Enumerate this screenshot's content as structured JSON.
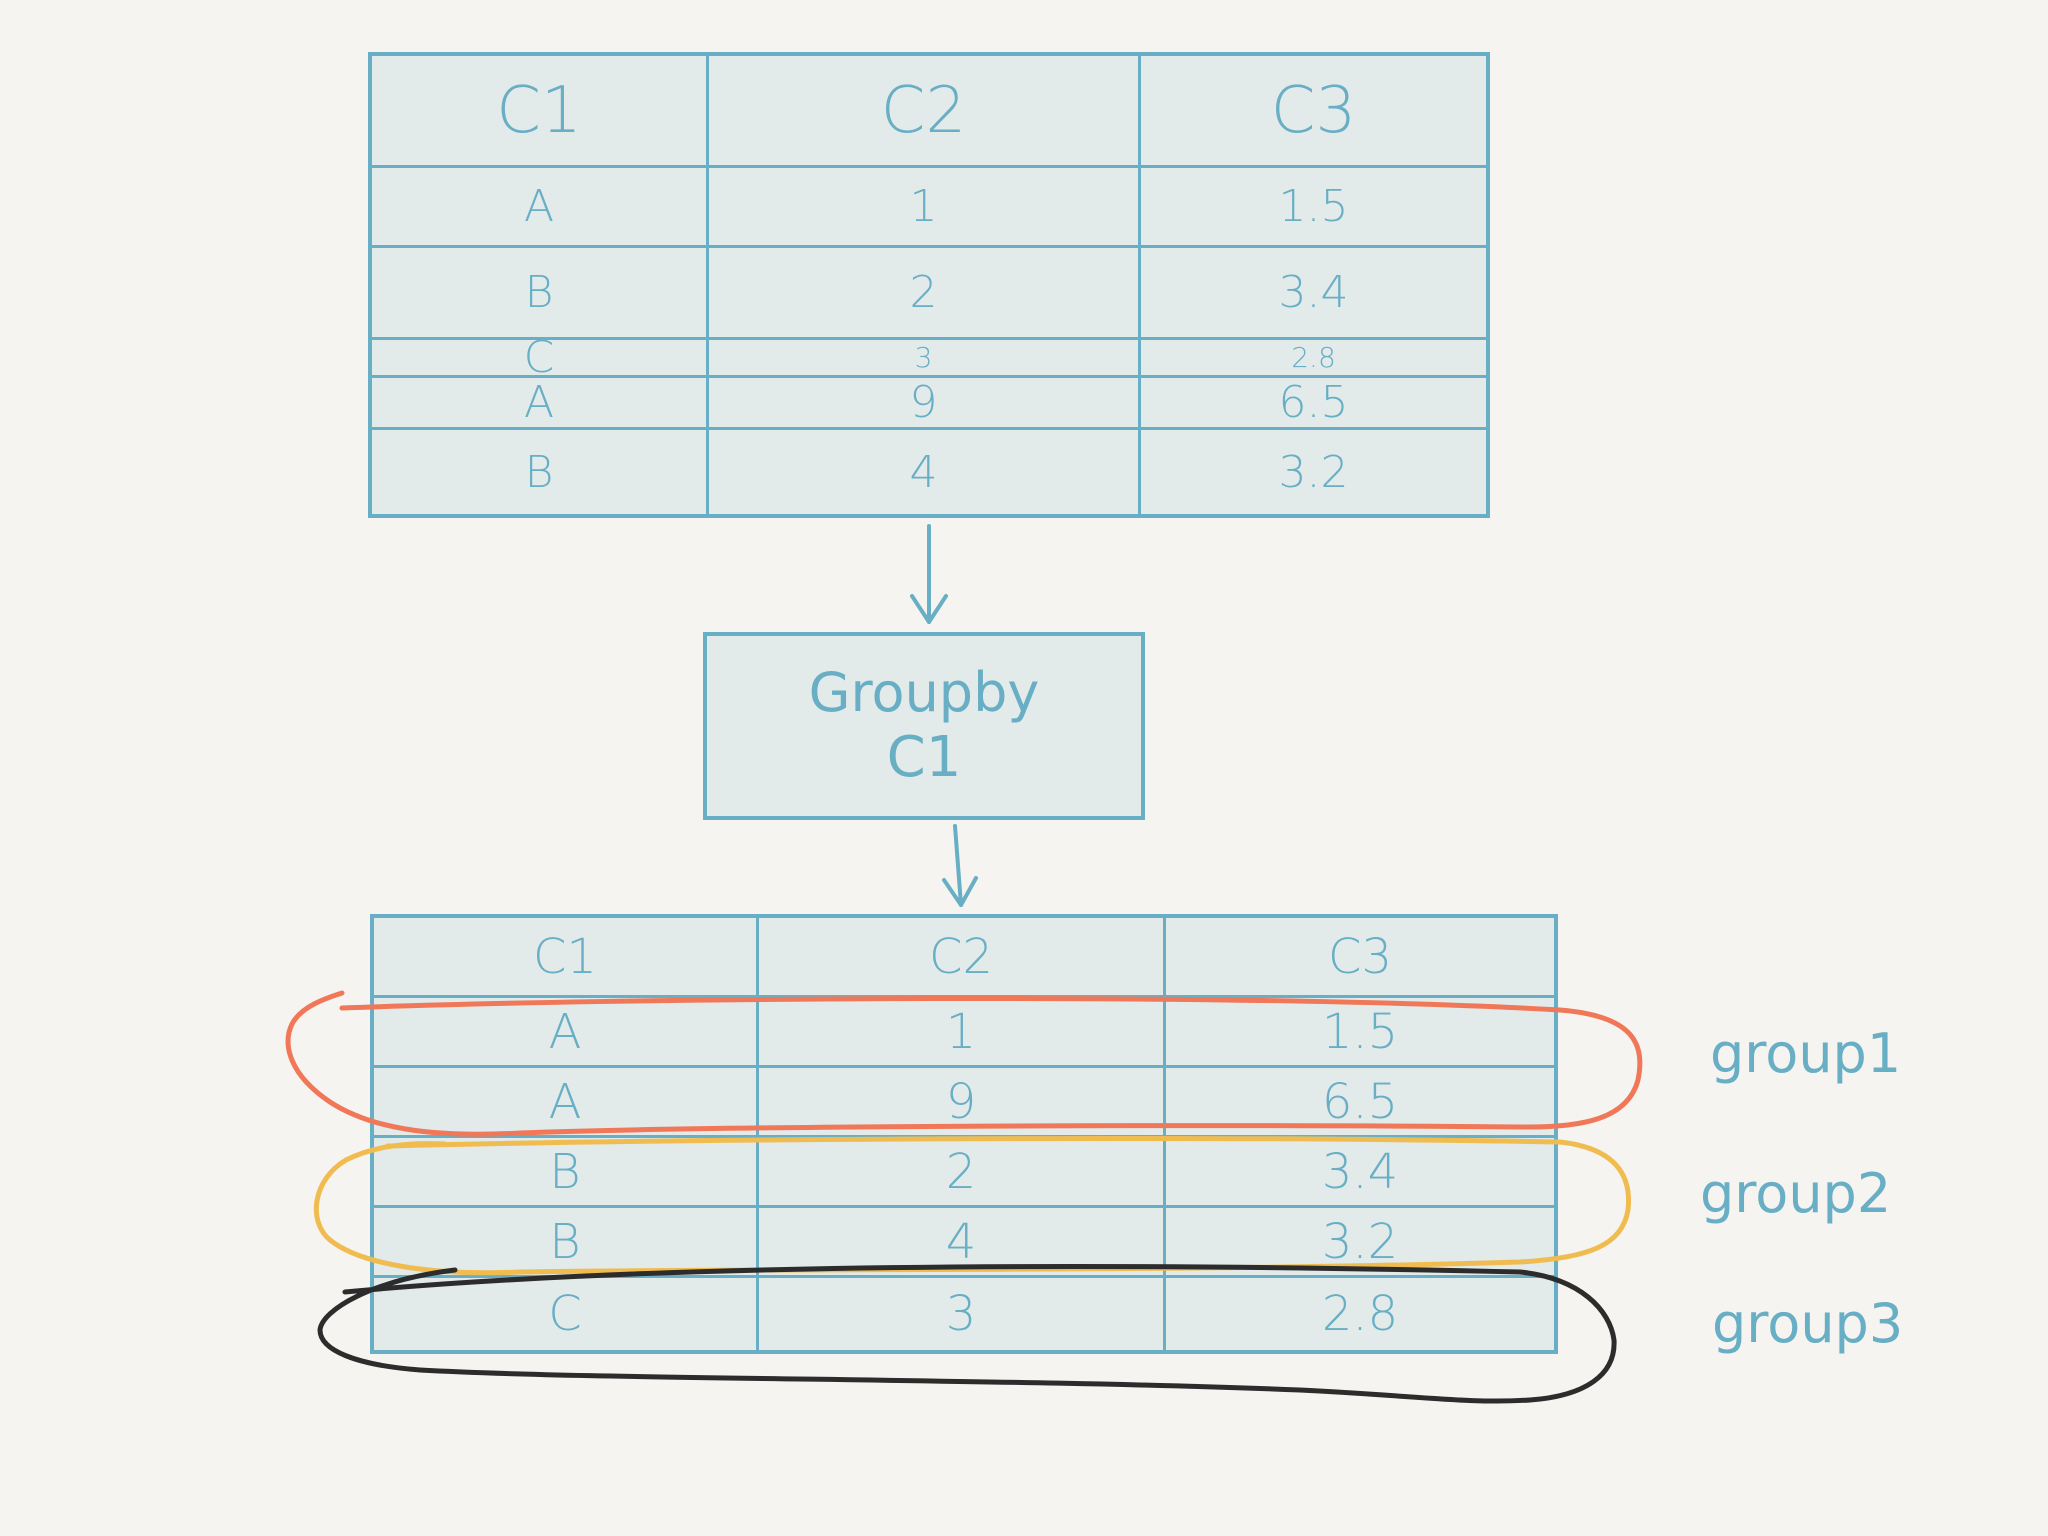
{
  "colors": {
    "background": "#f5f4f0",
    "table_fill": "#e2eaea",
    "ink": "#68aec4",
    "group1_outline": "#f07858",
    "group2_outline": "#f0bc50",
    "group3_outline": "#2c2c2c"
  },
  "source_table": {
    "headers": [
      "C1",
      "C2",
      "C3"
    ],
    "rows": [
      [
        "A",
        "1",
        "1.5"
      ],
      [
        "B",
        "2",
        "3.4"
      ],
      [
        "C",
        "3",
        "2.8"
      ],
      [
        "A",
        "9",
        "6.5"
      ],
      [
        "B",
        "4",
        "3.2"
      ]
    ]
  },
  "groupby_box": {
    "line1": "Groupby",
    "line2": "C1"
  },
  "grouped_table": {
    "headers": [
      "C1",
      "C2",
      "C3"
    ],
    "rows": [
      [
        "A",
        "1",
        "1.5"
      ],
      [
        "A",
        "9",
        "6.5"
      ],
      [
        "B",
        "2",
        "3.4"
      ],
      [
        "B",
        "4",
        "3.2"
      ],
      [
        "C",
        "3",
        "2.8"
      ]
    ]
  },
  "groups": [
    {
      "label": "group1",
      "outline_color": "#f07858"
    },
    {
      "label": "group2",
      "outline_color": "#f0bc50"
    },
    {
      "label": "group3",
      "outline_color": "#2c2c2c"
    }
  ]
}
